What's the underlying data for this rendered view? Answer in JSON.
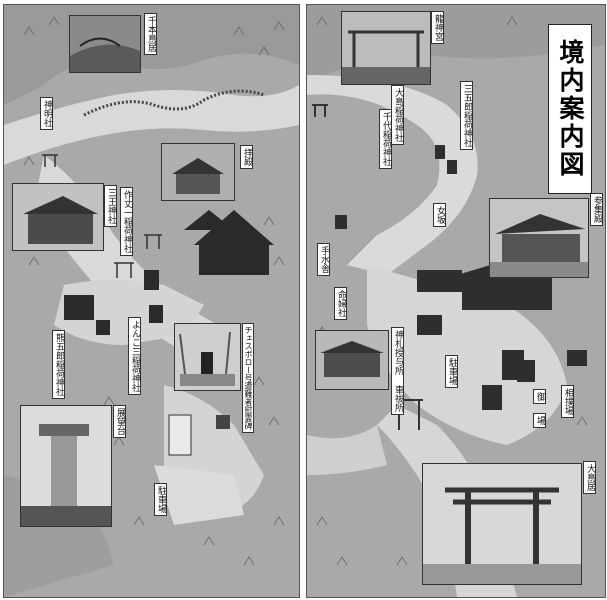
{
  "title": "境内案内図",
  "labels": {
    "senbon_torii": "千本鳥居",
    "shinmei_sha": "神明社",
    "haiden": "拝殿",
    "sanno_jinja": "三王神社",
    "sakujo_inari": "作丈一稲荷神社",
    "kumagoro_inari": "熊五郎稲荷神社",
    "yonkozo_inari": "よんこ三稲荷神社",
    "chishima_memorial": "チェスボロー号遭難者慰霊碑",
    "tenbodai": "展望台",
    "parking_left": "駐車場",
    "ryujingu": "龍神宮",
    "sangoro_inari": "三五郎稲荷神社",
    "oshima_inari": "大島稲荷神社",
    "chiyo_inari": "千代稲荷神社",
    "onnazaka": "女坂",
    "temizusha": "手水舎",
    "sankaden": "参集殿",
    "meifu_sha": "命婦社",
    "shinsatsu": "神札授与所 車祓所",
    "parking_right": "駐車場",
    "kanotsuba": "御",
    "sumo_ba": "相撲場",
    "sumo_ba2": "場",
    "otorii": "大鳥居"
  }
}
